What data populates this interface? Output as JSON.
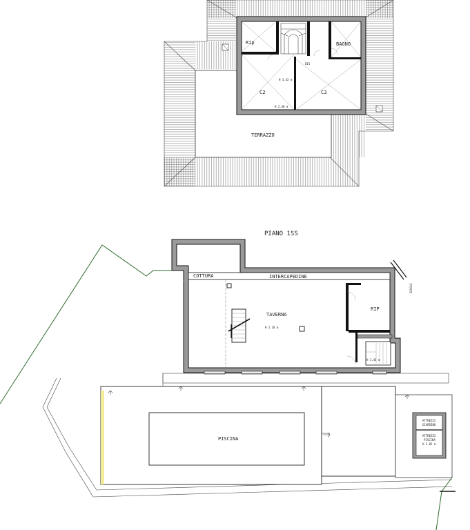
{
  "upper_floor": {
    "rooms": {
      "rip": "Rip",
      "bagno": "BAGNO",
      "c2": "C2",
      "c3": "C3",
      "terrazzo": "TERRAZZO",
      "dis": "DIS",
      "height_center": "H 3.42 m",
      "height_lower": "H 2.48 m"
    }
  },
  "lower_floor": {
    "title": "PIANO 1SS",
    "rooms": {
      "cottura": "COTTURA",
      "intercapedine": "INTERCAPEDINE",
      "taverna": "TAVERNA",
      "rip": "RIP",
      "piscina": "PISCINA",
      "attrezzi_giardino_1": "ATTREZZI",
      "attrezzi_giardino_2": "GIARDINO",
      "attrezzi_piscina_1": "ATTREZZI",
      "attrezzi_piscina_2": "PISCINA",
      "attrezzi_piscina_h": "H 2.85 m",
      "height_taverna": "H 2.18 m",
      "height_stair": "H 3.45 m",
      "sexolo": "SEXOLO"
    }
  },
  "colors": {
    "wall_fill": "#9a9a9a",
    "line": "#111111",
    "boundary_green": "#2d6a2d",
    "pool_edge_yellow": "#f3ec9a"
  }
}
